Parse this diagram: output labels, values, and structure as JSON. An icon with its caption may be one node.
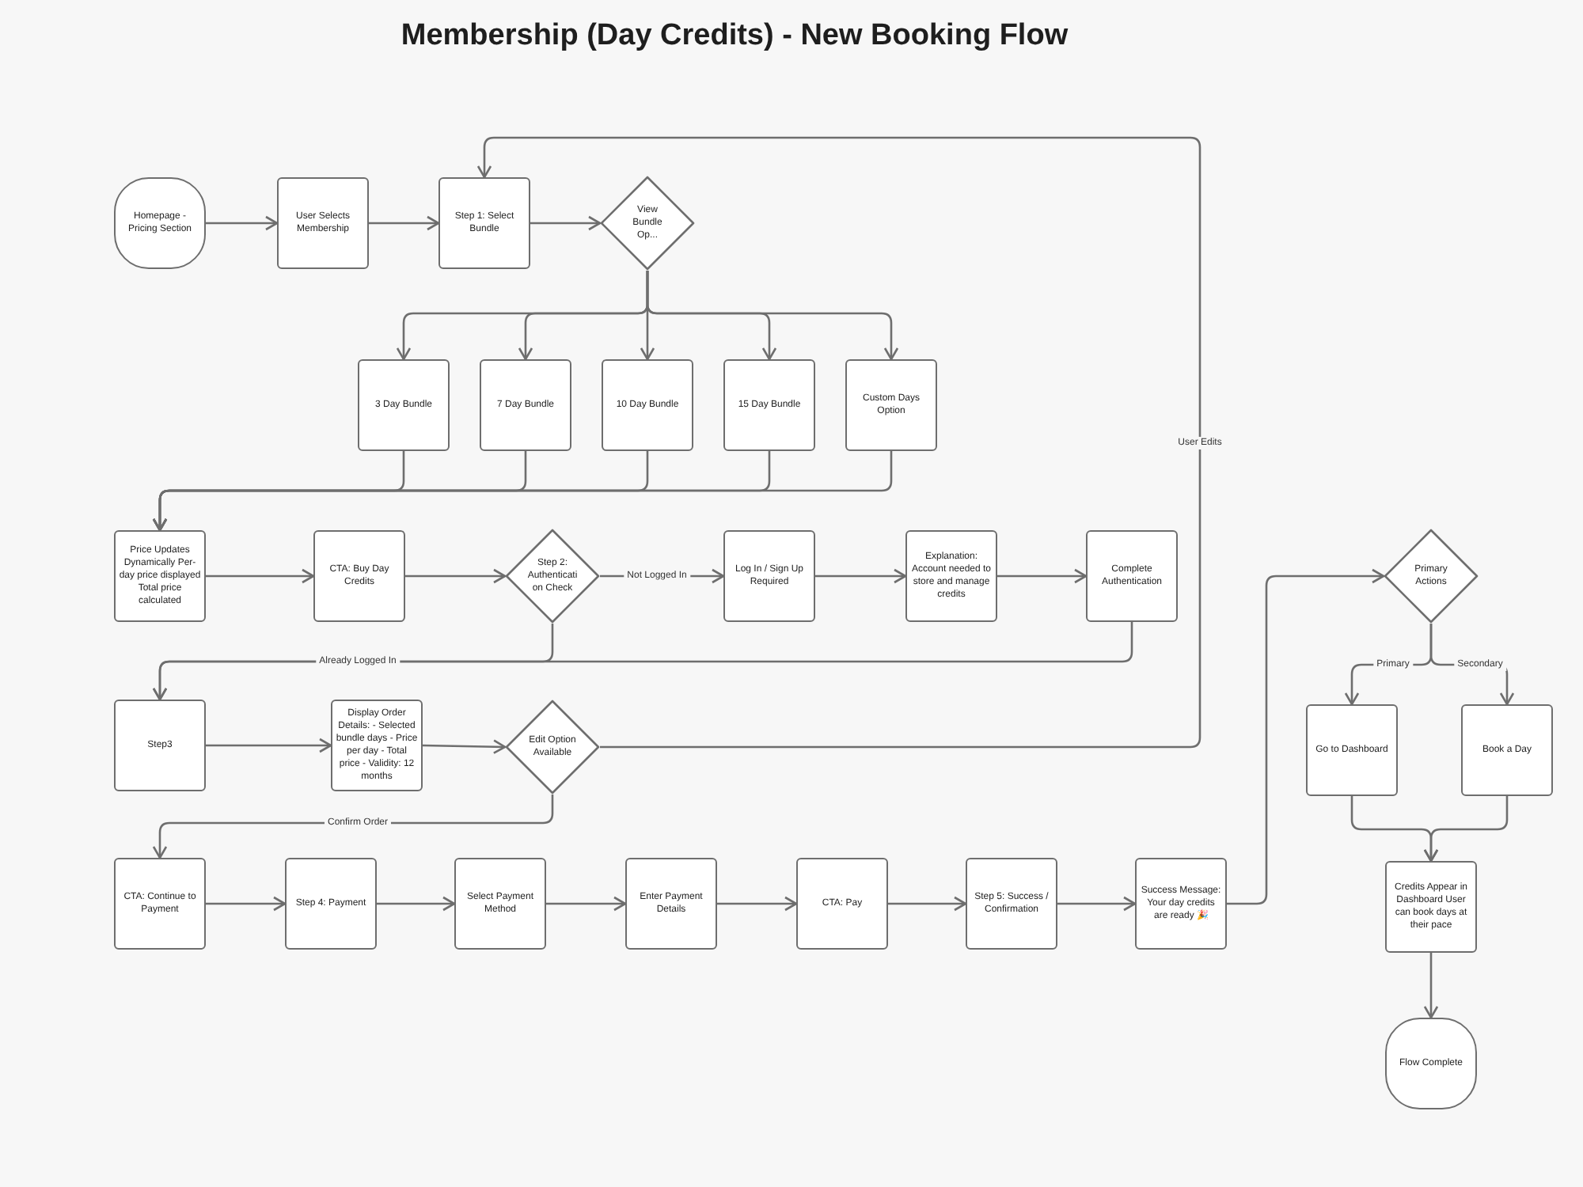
{
  "diagram": {
    "title": "Membership (Day Credits) - New Booking Flow",
    "nodes": [
      {
        "text": [
          "Homepage - Pricing Section"
        ]
      },
      {
        "text": [
          "User Selects Membership"
        ]
      },
      {
        "text": [
          "Step 1: Select Bundle"
        ]
      },
      {
        "text": [
          "View Bundle Op..."
        ]
      },
      {
        "text": [
          "3 Day Bundle"
        ]
      },
      {
        "text": [
          "7 Day Bundle"
        ]
      },
      {
        "text": [
          "10 Day Bundle"
        ]
      },
      {
        "text": [
          "15 Day Bundle"
        ]
      },
      {
        "text": [
          "Custom Days Option"
        ]
      },
      {
        "text": [
          "Price Updates Dynamically Per-day price displayed Total price calculated"
        ]
      },
      {
        "text": [
          "CTA: Buy Day Credits"
        ]
      },
      {
        "text": [
          "Step 2: Authentication Check"
        ]
      },
      {
        "text": [
          "Log In / Sign Up Required"
        ]
      },
      {
        "text": [
          "Explanation: Account needed to store and manage credits"
        ]
      },
      {
        "text": [
          "Complete Authentication"
        ]
      },
      {
        "text": [
          "Step3"
        ]
      },
      {
        "text": [
          "Display Order Details: - Selected bundle days - Price per day - Total price - Validity: 12 months"
        ]
      },
      {
        "text": [
          "Edit Option Available"
        ]
      },
      {
        "text": [
          "CTA: Continue to Payment"
        ]
      },
      {
        "text": [
          "Step 4: Payment"
        ]
      },
      {
        "text": [
          "Select Payment Method"
        ]
      },
      {
        "text": [
          "Enter Payment Details"
        ]
      },
      {
        "text": [
          "CTA: Pay"
        ]
      },
      {
        "text": [
          "Step 5: Success / Confirmation"
        ]
      },
      {
        "text": [
          "Success Message: Your day credits are ready 🎉"
        ]
      },
      {
        "text": [
          "Primary Actions"
        ]
      },
      {
        "text": [
          "Go to Dashboard"
        ]
      },
      {
        "text": [
          "Book a Day"
        ]
      },
      {
        "text": [
          "Credits Appear in Dashboard User can book days at their pace"
        ]
      },
      {
        "text": [
          "Flow Complete"
        ]
      }
    ],
    "edges": [
      {
        "from": 0,
        "to": 1,
        "arrow": "to"
      },
      {
        "from": 1,
        "to": 2,
        "arrow": "to"
      },
      {
        "from": 2,
        "to": 3,
        "arrow": "to"
      },
      {
        "from": 3,
        "to": 4,
        "arrow": "to"
      },
      {
        "from": 3,
        "to": 5,
        "arrow": "to"
      },
      {
        "from": 3,
        "to": 6,
        "arrow": "to"
      },
      {
        "from": 3,
        "to": 7,
        "arrow": "to"
      },
      {
        "from": 3,
        "to": 8,
        "arrow": "to"
      },
      {
        "from": 4,
        "to": 9,
        "arrow": "to"
      },
      {
        "from": 5,
        "to": 9,
        "arrow": "to"
      },
      {
        "from": 6,
        "to": 9,
        "arrow": "to"
      },
      {
        "from": 7,
        "to": 9,
        "arrow": "to"
      },
      {
        "from": 8,
        "to": 9,
        "arrow": "to"
      },
      {
        "from": 9,
        "to": 10,
        "arrow": "to"
      },
      {
        "from": 10,
        "to": 11,
        "arrow": "to"
      },
      {
        "from": 11,
        "to": 12,
        "arrow": "to",
        "label": "Not Logged In"
      },
      {
        "from": 12,
        "to": 13,
        "arrow": "to"
      },
      {
        "from": 13,
        "to": 14,
        "arrow": "to"
      },
      {
        "from": 11,
        "to": 15,
        "arrow": "to",
        "label": "Already Logged In"
      },
      {
        "from": 14,
        "to": 15,
        "arrow": "to"
      },
      {
        "from": 15,
        "to": 16,
        "arrow": "to"
      },
      {
        "from": 16,
        "to": 17,
        "arrow": "to"
      },
      {
        "from": 17,
        "to": 2,
        "arrow": "to",
        "label": "User Edits"
      },
      {
        "from": 17,
        "to": 18,
        "arrow": "to",
        "label": "Confirm Order"
      },
      {
        "from": 18,
        "to": 19,
        "arrow": "to"
      },
      {
        "from": 19,
        "to": 20,
        "arrow": "to"
      },
      {
        "from": 20,
        "to": 21,
        "arrow": "to"
      },
      {
        "from": 21,
        "to": 22,
        "arrow": "to"
      },
      {
        "from": 22,
        "to": 23,
        "arrow": "to"
      },
      {
        "from": 23,
        "to": 24,
        "arrow": "to"
      },
      {
        "from": 24,
        "to": 25,
        "arrow": "to"
      },
      {
        "from": 25,
        "to": 26,
        "arrow": "to",
        "label": "Primary"
      },
      {
        "from": 25,
        "to": 27,
        "arrow": "to",
        "label": "Secondary"
      },
      {
        "from": 26,
        "to": 28,
        "arrow": "to"
      },
      {
        "from": 27,
        "to": 28,
        "arrow": "to"
      },
      {
        "from": 28,
        "to": 29,
        "arrow": "to"
      }
    ]
  }
}
